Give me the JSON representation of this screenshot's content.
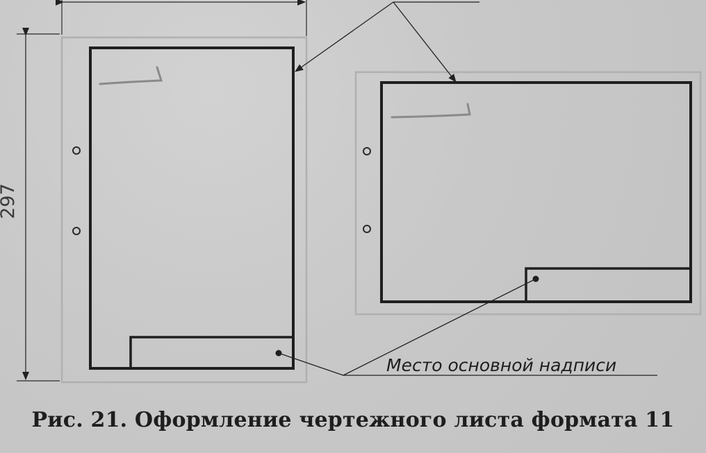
{
  "figure": {
    "caption": "Рис. 21. Оформление чертежного листа формата 11",
    "height_dimension": "297",
    "title_block_note": "Место основной надписи"
  },
  "colors": {
    "paper": "#c9c9c9",
    "sheet_outline": "#b0b0b0",
    "frame": "#1f1f1f",
    "handwriting": "#8a8a8a"
  }
}
